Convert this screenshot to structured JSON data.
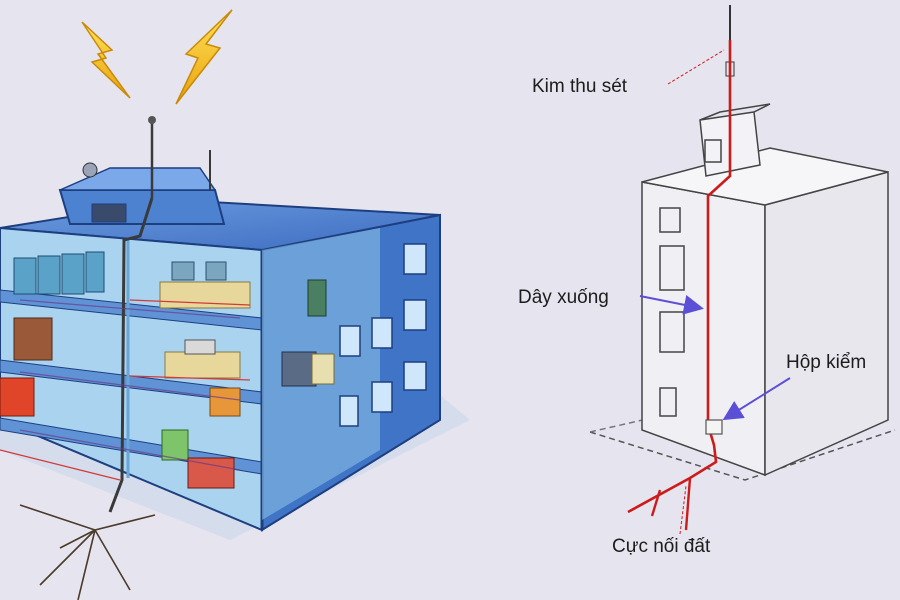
{
  "labels": {
    "lightning_rod": "Kim thu sét",
    "down_conductor": "Dây xuống",
    "test_box": "Hộp kiểm",
    "ground_electrode": "Cực nối đất"
  },
  "colors": {
    "background": "#e6e4ee",
    "building_blue": "#3f74c6",
    "building_dark_blue": "#244f9c",
    "floor_interior": "#8fc6e8",
    "conductor_red": "#cc1b1b",
    "arrow_purple": "#5b4fd6",
    "lightning_yellow": "#f4c21a"
  }
}
